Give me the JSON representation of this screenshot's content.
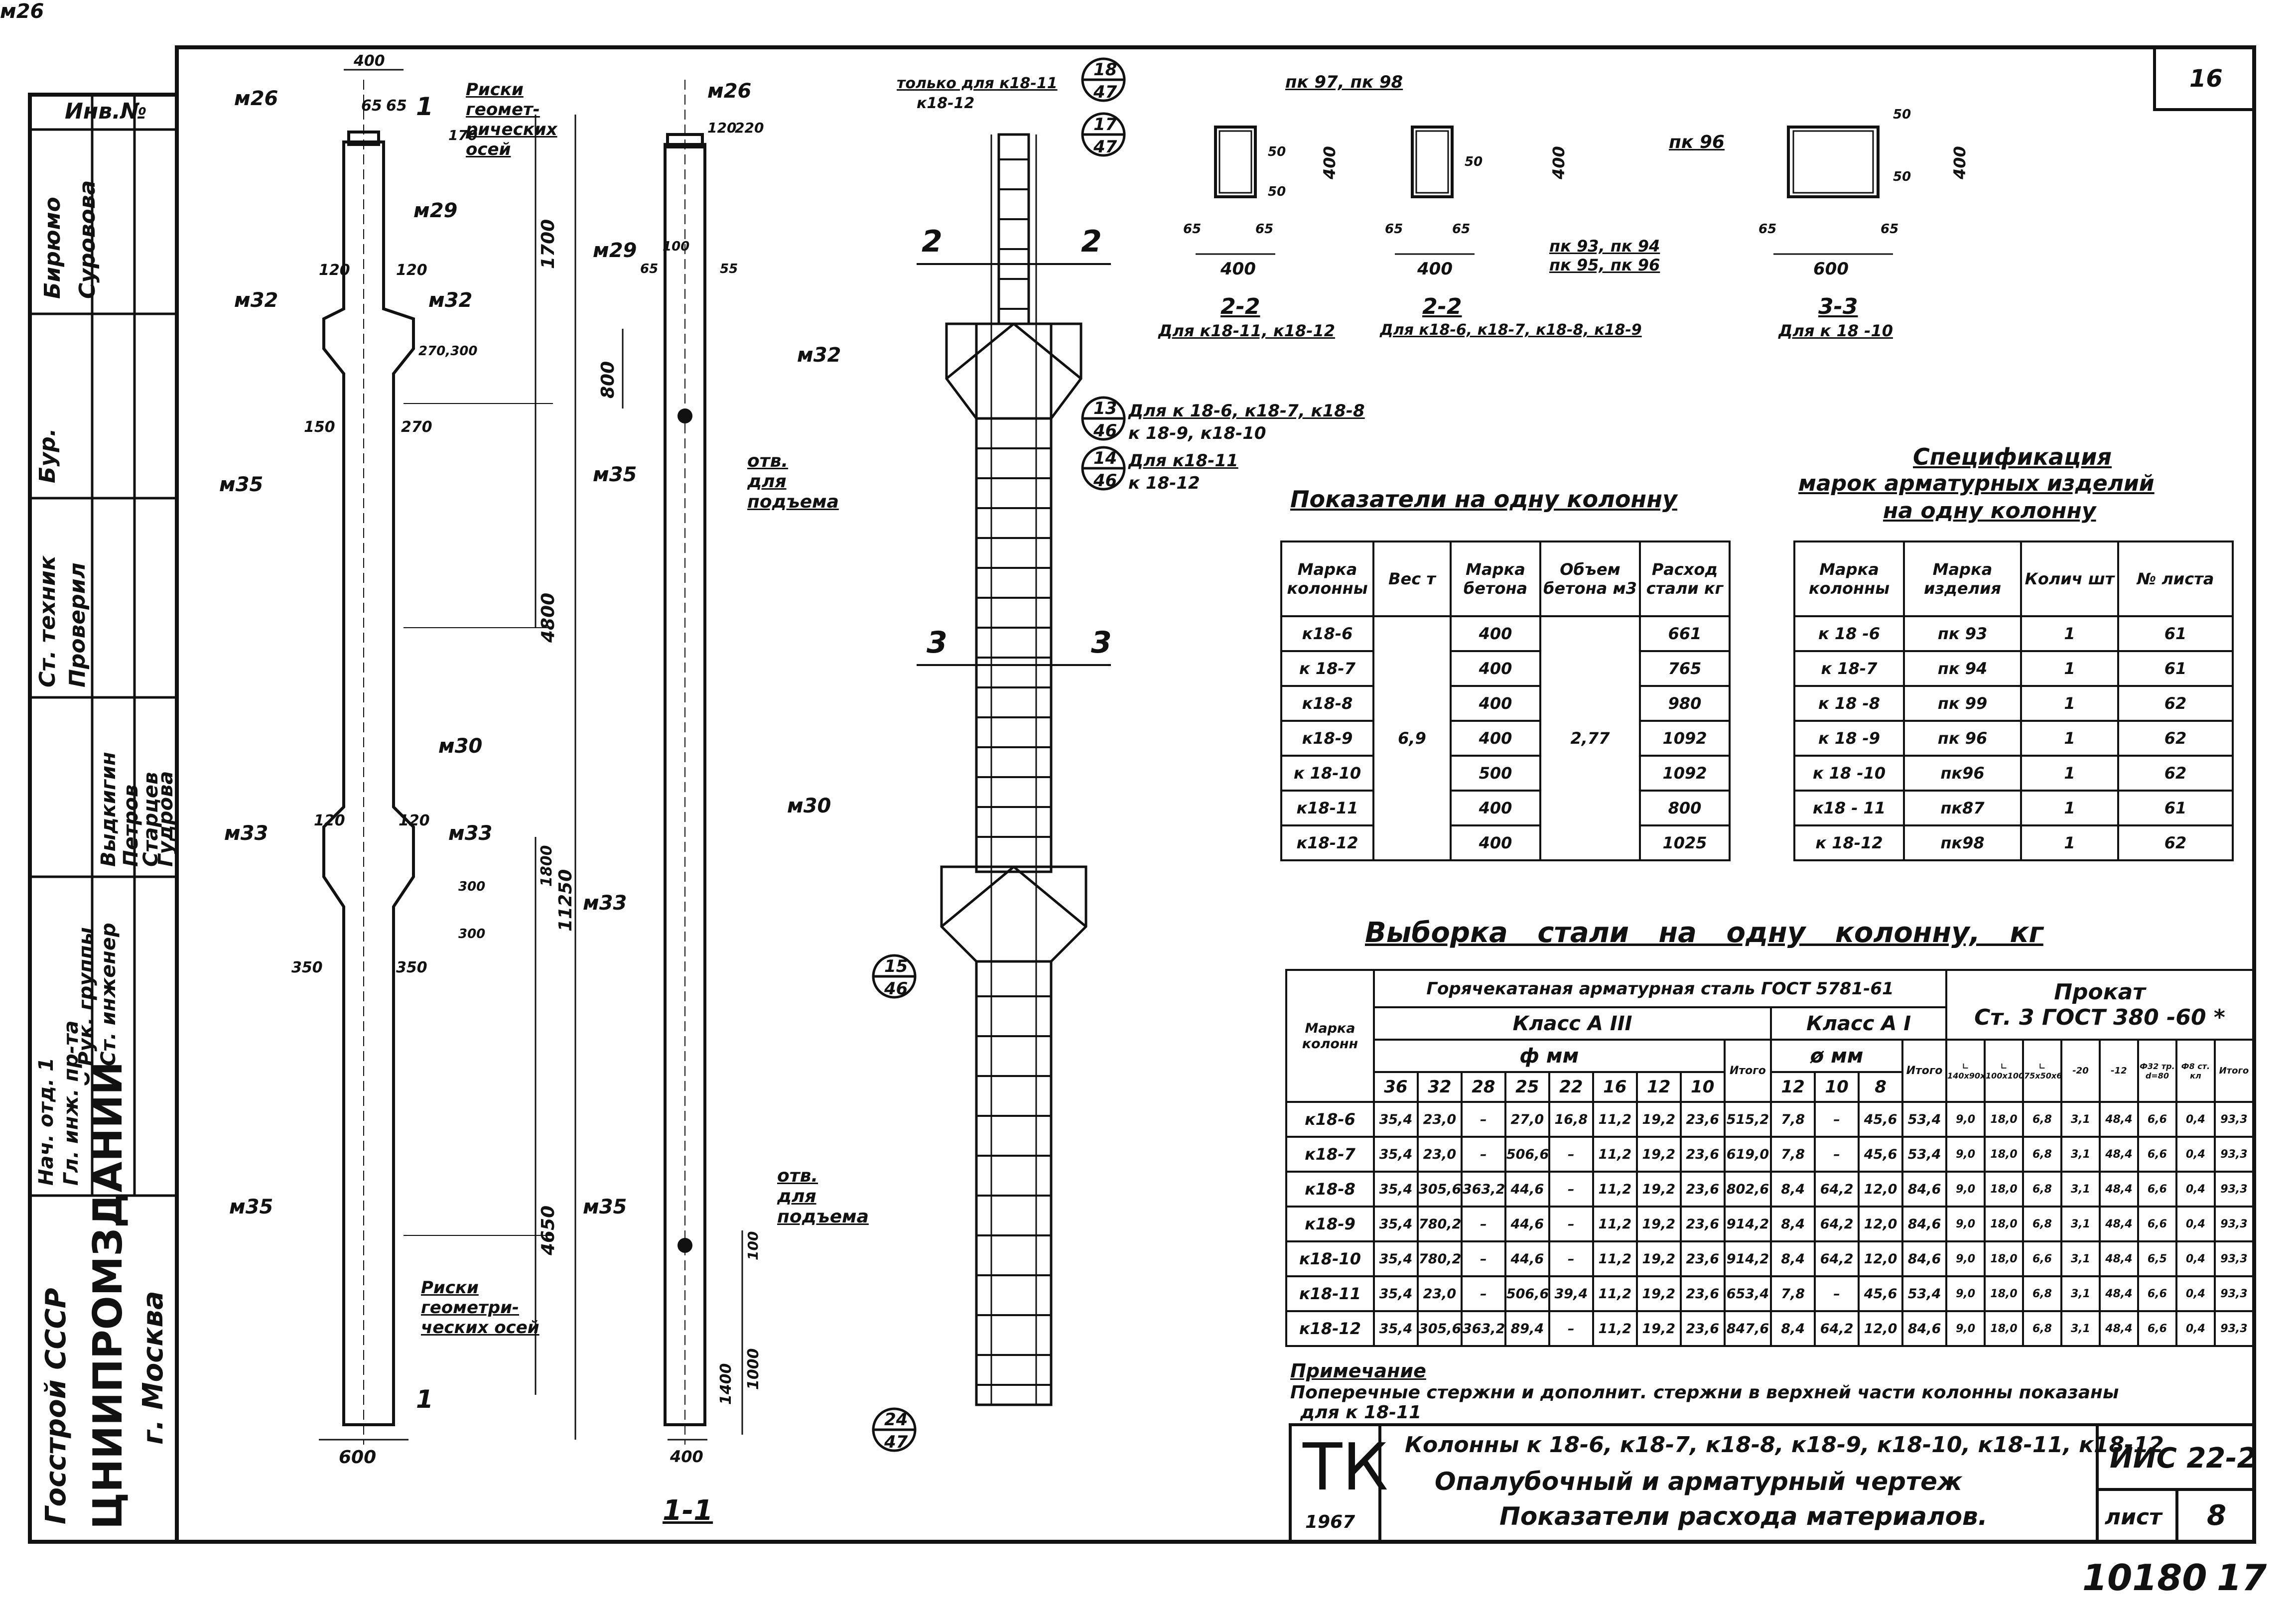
{
  "sheet": {
    "corner_number": "16",
    "bottom_number": "10180",
    "bottom_page": "17",
    "inv_label": "Инв.№"
  },
  "left_strip": {
    "org_ministry": "Госстрой СССР",
    "org_name": "ЦНИИПРОМЗДАНИЙ",
    "org_city": "г. Москва",
    "roles": [
      "Нач. отд. 1",
      "Гл. инж. пр-та",
      "Рук. группы",
      "Ст. инженер",
      "Выдкигин",
      "Петров",
      "Старцев",
      "Гудрова",
      "Ст. техник",
      "Проверил",
      "Бур.",
      "Бирюмо",
      "Суровова"
    ]
  },
  "drawings": {
    "view1": {
      "marks": [
        "м26",
        "м29",
        "м32",
        "м32",
        "м35",
        "м30",
        "м33",
        "м33",
        "м35"
      ],
      "dims": [
        "400",
        "65",
        "65",
        "1",
        "170",
        "120",
        "120",
        "270,300",
        "150",
        "270",
        "1700",
        "4800",
        "11250",
        "1800",
        "4650",
        "120",
        "120",
        "300",
        "300",
        "350",
        "350",
        "600",
        "1"
      ],
      "axis_note_top": "Риски геомет-рических осей",
      "axis_note_bottom": "Риски геометри-ческих осей"
    },
    "view2": {
      "marks": [
        "м26",
        "м29",
        "м32",
        "м35",
        "м30",
        "м33",
        "м35"
      ],
      "dims": [
        "120",
        "220",
        "100",
        "65",
        "55",
        "800",
        "1400",
        "1000",
        "100",
        "400"
      ],
      "hole_note1": "отв. для подъема",
      "hole_note2": "отв. для подъема",
      "section_label": "1-1"
    },
    "view3": {
      "top_note1": "только для к18-11",
      "top_note2": "к18-12",
      "callouts": [
        {
          "num": "18",
          "sheet": "47"
        },
        {
          "num": "17",
          "sheet": "47"
        },
        {
          "num": "13",
          "sheet": "46"
        },
        {
          "num": "14",
          "sheet": "46"
        },
        {
          "num": "15",
          "sheet": "46"
        },
        {
          "num": "24",
          "sheet": "47"
        }
      ],
      "note13": "Для к 18-6, к18-7, к18-8",
      "note13b": "к 18-9, к18-10",
      "note14": "Для к18-11",
      "note14b": "к 18-12",
      "cut2": "2",
      "cut3": "3"
    },
    "sections": [
      {
        "marks": "пк 97, пк 98",
        "dims": [
          "65",
          "65",
          "400",
          "50",
          "50",
          "400"
        ],
        "label": "2-2",
        "for": "Для к18-11, к18-12"
      },
      {
        "marks": "пк 93, пк 94  пк 95, пк 96",
        "dims": [
          "65",
          "65",
          "400",
          "50",
          "400"
        ],
        "label": "2-2",
        "for": "Для к18-6, к18-7, к18-8, к18-9"
      },
      {
        "marks": "пк 96",
        "dims": [
          "65",
          "65",
          "600",
          "50",
          "50",
          "400"
        ],
        "label": "3-3",
        "for": "Для к 18 -10"
      }
    ]
  },
  "indicators": {
    "title": "Показатели на одну колонну",
    "headers": [
      "Марка колонны",
      "Вес т",
      "Марка бетона",
      "Объем бетона м3",
      "Расход стали кг"
    ],
    "weight": "6,9",
    "volume": "2,77",
    "rows": [
      {
        "mark": "к18-6",
        "concrete": "400",
        "steel": "661"
      },
      {
        "mark": "к 18-7",
        "concrete": "400",
        "steel": "765"
      },
      {
        "mark": "к18-8",
        "concrete": "400",
        "steel": "980"
      },
      {
        "mark": "к18-9",
        "concrete": "400",
        "steel": "1092"
      },
      {
        "mark": "к 18-10",
        "concrete": "500",
        "steel": "1092"
      },
      {
        "mark": "к18-11",
        "concrete": "400",
        "steel": "800"
      },
      {
        "mark": "к18-12",
        "concrete": "400",
        "steel": "1025"
      }
    ]
  },
  "spec": {
    "title1": "Спецификация",
    "title2": "марок арматурных изделий",
    "title3": "на одну колонну",
    "headers": [
      "Марка колонны",
      "Марка изделия",
      "Колич шт",
      "№ листа"
    ],
    "rows": [
      [
        "к 18 -6",
        "пк 93",
        "1",
        "61"
      ],
      [
        "к 18-7",
        "пк 94",
        "1",
        "61"
      ],
      [
        "к 18 -8",
        "пк 99",
        "1",
        "62"
      ],
      [
        "к 18 -9",
        "пк 96",
        "1",
        "62"
      ],
      [
        "к 18 -10",
        "пк96",
        "1",
        "62"
      ],
      [
        "к18 - 11",
        "пк87",
        "1",
        "61"
      ],
      [
        "к 18-12",
        "пк98",
        "1",
        "62"
      ]
    ]
  },
  "steel": {
    "title": "Выборка стали на одну колонну, кг",
    "h_mark": "Марка колонн",
    "h_hot": "Горячекатаная арматурная сталь ГОСТ 5781-61",
    "h_a3": "Класс А III",
    "h_a1": "Класс А I",
    "h_dia1": "ф мм",
    "h_dia2": "ø мм",
    "h_rolled": "Прокат",
    "h_rolled2": "Ст. 3 ГОСТ 380 -60 *",
    "diams_a3": [
      "36",
      "32",
      "28",
      "25",
      "22",
      "16",
      "12",
      "10",
      "Итого"
    ],
    "diams_a1": [
      "12",
      "10",
      "8",
      "Итого"
    ],
    "rolled_cols": [
      "∟ 140x90x10",
      "∟ 100x100",
      "∟ 75x50x6",
      "-20",
      "-12",
      "Ф32 тр. d=80",
      "Ф8 ст. кл",
      "Итого"
    ],
    "rows": [
      [
        "к18-6",
        "35,4",
        "23,0",
        "–",
        "27,0",
        "16,8",
        "11,2",
        "19,2",
        "23,6",
        "515,2",
        "7,8",
        "–",
        "45,6",
        "53,4",
        "9,0",
        "18,0",
        "6,8",
        "3,1",
        "48,4",
        "6,6",
        "0,4",
        "93,3"
      ],
      [
        "к18-7",
        "35,4",
        "23,0",
        "–",
        "506,6",
        "–",
        "11,2",
        "19,2",
        "23,6",
        "619,0",
        "7,8",
        "–",
        "45,6",
        "53,4",
        "9,0",
        "18,0",
        "6,8",
        "3,1",
        "48,4",
        "6,6",
        "0,4",
        "93,3"
      ],
      [
        "к18-8",
        "35,4",
        "305,6",
        "363,2",
        "44,6",
        "–",
        "11,2",
        "19,2",
        "23,6",
        "802,6",
        "8,4",
        "64,2",
        "12,0",
        "84,6",
        "9,0",
        "18,0",
        "6,8",
        "3,1",
        "48,4",
        "6,6",
        "0,4",
        "93,3"
      ],
      [
        "к18-9",
        "35,4",
        "780,2",
        "–",
        "44,6",
        "–",
        "11,2",
        "19,2",
        "23,6",
        "914,2",
        "8,4",
        "64,2",
        "12,0",
        "84,6",
        "9,0",
        "18,0",
        "6,8",
        "3,1",
        "48,4",
        "6,6",
        "0,4",
        "93,3"
      ],
      [
        "к18-10",
        "35,4",
        "780,2",
        "–",
        "44,6",
        "–",
        "11,2",
        "19,2",
        "23,6",
        "914,2",
        "8,4",
        "64,2",
        "12,0",
        "84,6",
        "9,0",
        "18,0",
        "6,6",
        "3,1",
        "48,4",
        "6,5",
        "0,4",
        "93,3"
      ],
      [
        "к18-11",
        "35,4",
        "23,0",
        "–",
        "506,6",
        "39,4",
        "11,2",
        "19,2",
        "23,6",
        "653,4",
        "7,8",
        "–",
        "45,6",
        "53,4",
        "9,0",
        "18,0",
        "6,8",
        "3,1",
        "48,4",
        "6,6",
        "0,4",
        "93,3"
      ],
      [
        "к18-12",
        "35,4",
        "305,6",
        "363,2",
        "89,4",
        "–",
        "11,2",
        "19,2",
        "23,6",
        "847,6",
        "8,4",
        "64,2",
        "12,0",
        "84,6",
        "9,0",
        "18,0",
        "6,8",
        "3,1",
        "48,4",
        "6,6",
        "0,4",
        "93,3"
      ]
    ]
  },
  "note": {
    "title": "Примечание",
    "text1": "Поперечные стержни и дополнит. стержни в верхней части колонны показаны",
    "text2": "для к 18-11"
  },
  "stamp": {
    "logo": "ТК",
    "year": "1967",
    "line1": "Колонны к 18-6, к18-7, к18-8, к18-9, к18-10, к18-11, к18-12",
    "line2": "Опалубочный и арматурный чертеж",
    "line3": "Показатели расхода материалов.",
    "series": "ИИС 22-2",
    "sheet_label": "лист",
    "sheet_num": "8"
  }
}
